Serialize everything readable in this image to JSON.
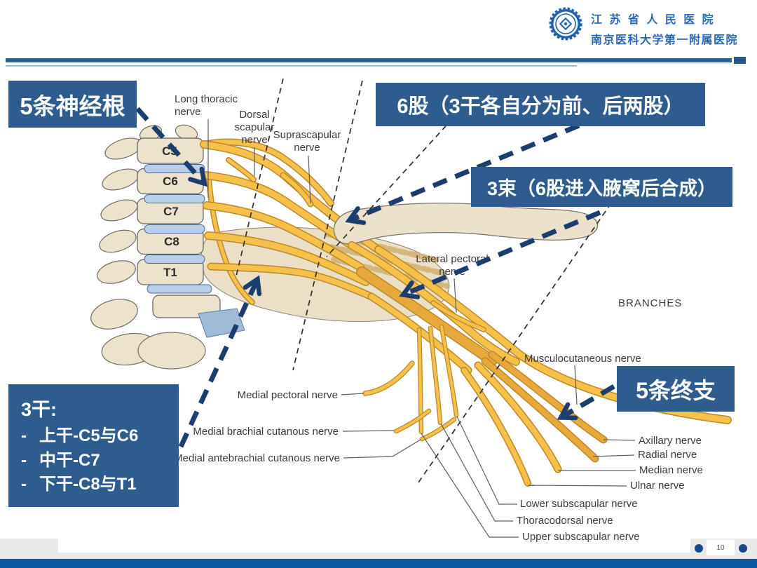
{
  "header": {
    "hospital_line1": "江 苏 省 人 民 医 院",
    "hospital_line2": "南京医科大学第一附属医院"
  },
  "colors": {
    "callout_blue": "#2E5C8E",
    "arrow_navy": "#1C3E6E",
    "header_rule_blue": "#2B5F9F",
    "footer_bar_blue": "#0B57A4",
    "nerve_yellow": "#F5C14B",
    "bone_beige": "#EDE2CB",
    "disc_blue": "#B9CFE9"
  },
  "annotations": {
    "roots": "5条神经根",
    "divisions": "6股（3干各自分为前、后两股）",
    "cords": "3束（6股进入腋窝后合成）",
    "terminal_branches": "5条终支",
    "trunks": {
      "title": "3干:",
      "items": [
        "上干-C5与C6",
        "中干-C7",
        "下干-C8与T1"
      ]
    }
  },
  "diagram": {
    "vertebrae": [
      "C5",
      "C6",
      "C7",
      "C8",
      "T1"
    ],
    "region_label": "BRANCHES",
    "nerve_labels": {
      "long_thoracic_1": "Long thoracic",
      "long_thoracic_2": "nerve",
      "dorsal_scapular_1": "Dorsal",
      "dorsal_scapular_2": "scapular",
      "dorsal_scapular_3": "nerve",
      "suprascapular_1": "Suprascapular",
      "suprascapular_2": "nerve",
      "lateral_pectoral_1": "Lateral pectoral",
      "lateral_pectoral_2": "nerve",
      "musculocutaneous": "Musculocutaneous nerve",
      "axillary": "Axillary nerve",
      "radial": "Radial nerve",
      "median": "Median nerve",
      "ulnar": "Ulnar nerve",
      "lower_subscapular": "Lower subscapular nerve",
      "thoracodorsal": "Thoracodorsal nerve",
      "upper_subscapular": "Upper subscapular nerve",
      "medial_pectoral": "Medial pectoral nerve",
      "medial_brachial": "Medial brachial cutanous nerve",
      "medial_antebrachial": "Medial antebrachial cutanous nerve"
    }
  },
  "footer": {
    "page_number": "10"
  }
}
